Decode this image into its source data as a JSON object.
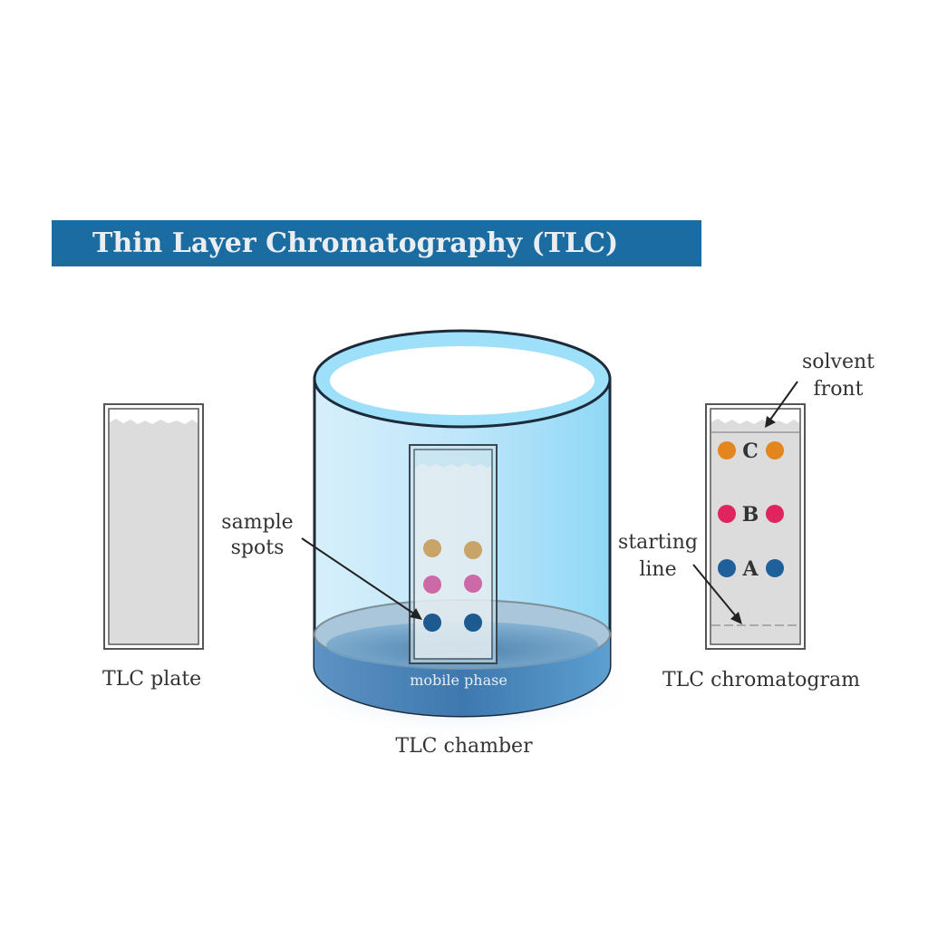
{
  "title": "Thin Layer Chromatography (TLC)",
  "labels": {
    "plate": "TLC plate",
    "chamber": "TLC chamber",
    "chromatogram": "TLC chromatogram",
    "mobile_phase": "mobile phase",
    "sample_spots_line1": "sample",
    "sample_spots_line2": "spots",
    "solvent_front_line1": "solvent",
    "solvent_front_line2": "front",
    "starting_line_line1": "starting",
    "starting_line_line2": "line"
  },
  "spots": {
    "C": "C",
    "B": "B",
    "A": "A"
  },
  "colors": {
    "banner": "#1b6ca0",
    "spot_c": "#e3861d",
    "spot_b": "#e0245e",
    "spot_a": "#1f5f9a",
    "sample_tan": "#c8a468",
    "sample_pink": "#cc6aa8",
    "sample_blue": "#1d5a8f",
    "plate_fill": "#dcdcdc",
    "chamber_light": "#c9ecfb",
    "chamber_dark": "#2a6496"
  }
}
